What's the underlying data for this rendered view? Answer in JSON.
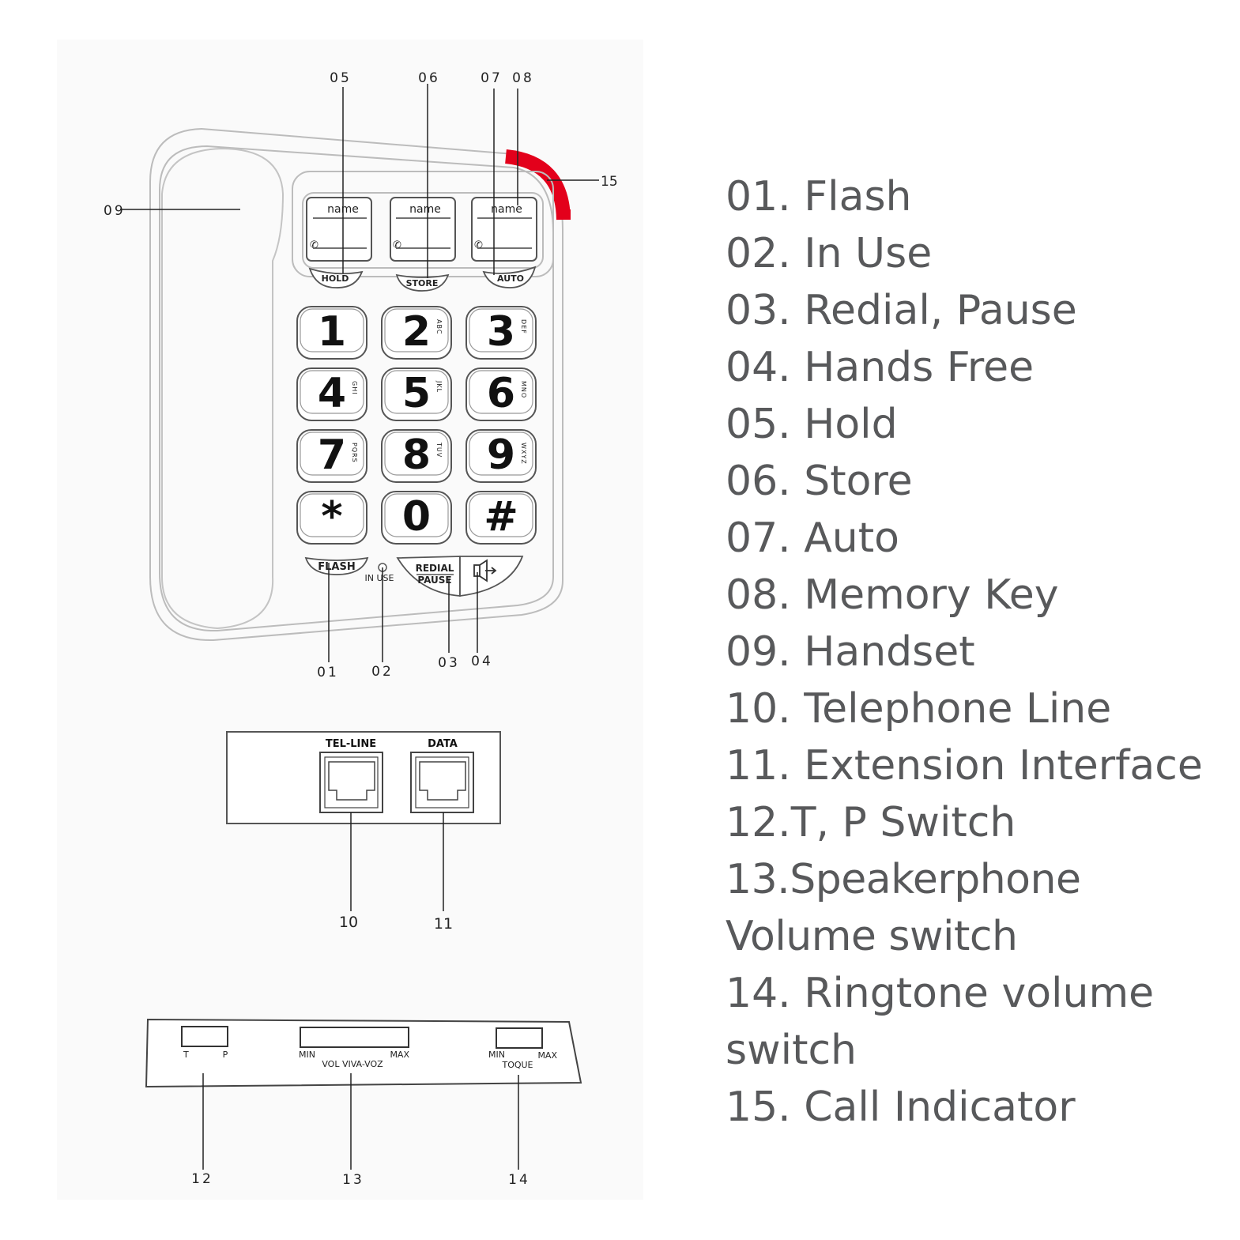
{
  "callouts": {
    "c01": "01",
    "c02": "02",
    "c03": "03",
    "c04": "04",
    "c05": "05",
    "c06": "06",
    "c07": "07",
    "c08": "08",
    "c09": "09",
    "c10": "10",
    "c11": "11",
    "c12": "12",
    "c13": "13",
    "c14": "14",
    "c15": "15"
  },
  "phone": {
    "memory_keys": [
      "name",
      "name",
      "name"
    ],
    "function_keys": {
      "hold": "HOLD",
      "store": "STORE",
      "auto": "AUTO"
    },
    "keypad": [
      {
        "digit": "1",
        "letters": ""
      },
      {
        "digit": "2",
        "letters": "ABC"
      },
      {
        "digit": "3",
        "letters": "DEF"
      },
      {
        "digit": "4",
        "letters": "GHI"
      },
      {
        "digit": "5",
        "letters": "JKL"
      },
      {
        "digit": "6",
        "letters": "MNO"
      },
      {
        "digit": "7",
        "letters": "PQRS"
      },
      {
        "digit": "8",
        "letters": "TUV"
      },
      {
        "digit": "9",
        "letters": "WXYZ"
      },
      {
        "digit": "*",
        "letters": ""
      },
      {
        "digit": "0",
        "letters": ""
      },
      {
        "digit": "#",
        "letters": ""
      }
    ],
    "flash": "FLASH",
    "in_use": "IN USE",
    "redial": "REDIAL",
    "pause": "PAUSE",
    "call_indicator_color": "#e3001b",
    "speaker_icon": "speaker-icon"
  },
  "ports": {
    "tel_line": "TEL-LINE",
    "data": "DATA"
  },
  "switches": {
    "t": "T",
    "p": "P",
    "min_1": "MIN",
    "max_1": "MAX",
    "vol": "VOL VIVA-VOZ",
    "min_2": "MIN",
    "max_2": "MAX",
    "toque": "TOQUE"
  },
  "legend": [
    "01. Flash",
    "02. In Use",
    "03. Redial, Pause",
    "04. Hands Free",
    "05. Hold",
    "06. Store",
    "07. Auto",
    "08. Memory Key",
    "09. Handset",
    "10. Telephone Line",
    "11. Extension Interface",
    "12.T, P Switch",
    "13.Speakerphone\nVolume switch",
    "14. Ringtone volume\nswitch",
    "15. Call Indicator"
  ]
}
